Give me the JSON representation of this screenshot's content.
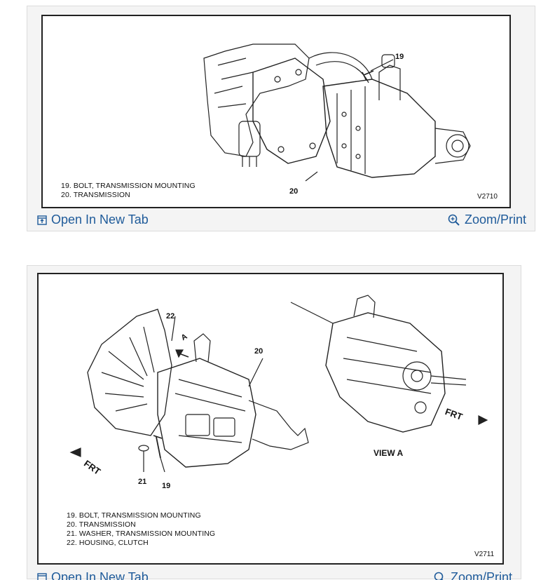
{
  "diagrams": [
    {
      "callouts": [
        "19",
        "20"
      ],
      "legend": [
        "19. BOLT, TRANSMISSION MOUNTING",
        "20. TRANSMISSION"
      ],
      "code": "V2710",
      "actions": {
        "open_label": "Open In New Tab",
        "zoom_label": "Zoom/Print"
      }
    },
    {
      "callouts": [
        "22",
        "20",
        "21",
        "19"
      ],
      "view_label": "VIEW A",
      "arrow_a": "A",
      "frt_label": "FRT",
      "legend": [
        "19. BOLT, TRANSMISSION MOUNTING",
        "20. TRANSMISSION",
        "21. WASHER, TRANSMISSION MOUNTING",
        "22. HOUSING, CLUTCH"
      ],
      "code": "V2711",
      "actions": {
        "open_label": "Open In New Tab",
        "zoom_label": "Zoom/Print"
      }
    }
  ],
  "colors": {
    "link": "#1f5b9a",
    "card_bg": "#f4f4f4",
    "line": "#222222"
  },
  "icons": {
    "open": "open-in-new-tab-icon",
    "zoom": "zoom-magnifier-icon"
  }
}
